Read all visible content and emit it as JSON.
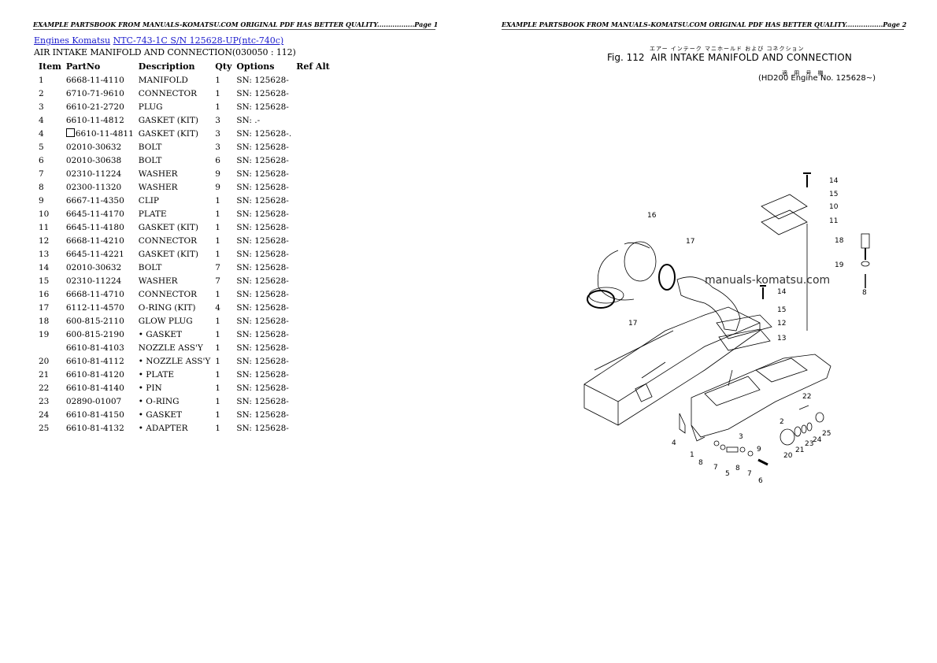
{
  "page1": {
    "header": "EXAMPLE PARTSBOOK FROM MANUALS-KOMATSU.COM ORIGINAL PDF HAS BETTER QUALITY.................Page 1",
    "breadcrumb": {
      "link1": "Engines Komatsu",
      "link2": "NTC-743-1C S/N 125628-UP(ntc-740c)"
    },
    "subtitle": "AIR INTAKE MANIFOLD AND CONNECTION(030050 : 112)",
    "table": {
      "headers": [
        "Item",
        "PartNo",
        "Description",
        "Qty",
        "Options",
        "Ref Alt"
      ],
      "rows": [
        {
          "item": "1",
          "part": "6668-11-4110",
          "desc": "MANIFOLD",
          "qty": "1",
          "opt": "SN: 125628-"
        },
        {
          "item": "2",
          "part": "6710-71-9610",
          "desc": "CONNECTOR",
          "qty": "1",
          "opt": "SN: 125628-"
        },
        {
          "item": "3",
          "part": "6610-21-2720",
          "desc": "PLUG",
          "qty": "1",
          "opt": "SN: 125628-"
        },
        {
          "item": "4",
          "part": "6610-11-4812",
          "desc": "GASKET (KIT)",
          "qty": "3",
          "opt": "SN: .-"
        },
        {
          "item": "4",
          "part": "6610-11-4811",
          "desc": "GASKET (KIT)",
          "qty": "3",
          "opt": "SN: 125628-.",
          "boxed": true
        },
        {
          "item": "5",
          "part": "02010-30632",
          "desc": "BOLT",
          "qty": "3",
          "opt": "SN: 125628-"
        },
        {
          "item": "6",
          "part": "02010-30638",
          "desc": "BOLT",
          "qty": "6",
          "opt": "SN: 125628-"
        },
        {
          "item": "7",
          "part": "02310-11224",
          "desc": "WASHER",
          "qty": "9",
          "opt": "SN: 125628-"
        },
        {
          "item": "8",
          "part": "02300-11320",
          "desc": "WASHER",
          "qty": "9",
          "opt": "SN: 125628-"
        },
        {
          "item": "9",
          "part": "6667-11-4350",
          "desc": "CLIP",
          "qty": "1",
          "opt": "SN: 125628-"
        },
        {
          "item": "10",
          "part": "6645-11-4170",
          "desc": "PLATE",
          "qty": "1",
          "opt": "SN: 125628-"
        },
        {
          "item": "11",
          "part": "6645-11-4180",
          "desc": "GASKET (KIT)",
          "qty": "1",
          "opt": "SN: 125628-"
        },
        {
          "item": "12",
          "part": "6668-11-4210",
          "desc": "CONNECTOR",
          "qty": "1",
          "opt": "SN: 125628-"
        },
        {
          "item": "13",
          "part": "6645-11-4221",
          "desc": "GASKET (KIT)",
          "qty": "1",
          "opt": "SN: 125628-"
        },
        {
          "item": "14",
          "part": "02010-30632",
          "desc": "BOLT",
          "qty": "7",
          "opt": "SN: 125628-"
        },
        {
          "item": "15",
          "part": "02310-11224",
          "desc": "WASHER",
          "qty": "7",
          "opt": "SN: 125628-"
        },
        {
          "item": "16",
          "part": "6668-11-4710",
          "desc": "CONNECTOR",
          "qty": "1",
          "opt": "SN: 125628-"
        },
        {
          "item": "17",
          "part": "6112-11-4570",
          "desc": "O-RING (KIT)",
          "qty": "4",
          "opt": "SN: 125628-"
        },
        {
          "item": "18",
          "part": "600-815-2110",
          "desc": "GLOW PLUG",
          "qty": "1",
          "opt": "SN: 125628-"
        },
        {
          "item": "19",
          "part": "600-815-2190",
          "desc": "• GASKET",
          "qty": "1",
          "opt": "SN: 125628-"
        },
        {
          "item": "",
          "part": "6610-81-4103",
          "desc": "NOZZLE ASS'Y",
          "qty": "1",
          "opt": "SN: 125628-"
        },
        {
          "item": "20",
          "part": "6610-81-4112",
          "desc": "• NOZZLE ASS'Y",
          "qty": "1",
          "opt": "SN: 125628-"
        },
        {
          "item": "21",
          "part": "6610-81-4120",
          "desc": "• PLATE",
          "qty": "1",
          "opt": "SN: 125628-"
        },
        {
          "item": "22",
          "part": "6610-81-4140",
          "desc": "• PIN",
          "qty": "1",
          "opt": "SN: 125628-"
        },
        {
          "item": "23",
          "part": "02890-01007",
          "desc": "• O-RING",
          "qty": "1",
          "opt": "SN: 125628-"
        },
        {
          "item": "24",
          "part": "6610-81-4150",
          "desc": "• GASKET",
          "qty": "1",
          "opt": "SN: 125628-"
        },
        {
          "item": "25",
          "part": "6610-81-4132",
          "desc": "• ADAPTER",
          "qty": "1",
          "opt": "SN: 125628-"
        }
      ]
    }
  },
  "page2": {
    "header": "EXAMPLE PARTSBOOK FROM MANUALS-KOMATSU.COM ORIGINAL PDF HAS BETTER QUALITY.................Page 2",
    "figure": {
      "title_jp": "エアー インテーク マニホールド および コネクション",
      "fig_no": "Fig. 112",
      "title": "AIR INTAKE MANIFOLD AND CONNECTION",
      "applicability_jp": "適 用 号 機",
      "applicability": "(HD200 Engine No. 125628~)",
      "watermark": "manuals-komatsu.com",
      "callouts": [
        "1",
        "2",
        "3",
        "4",
        "5",
        "6",
        "7",
        "8",
        "9",
        "10",
        "11",
        "12",
        "13",
        "14",
        "15",
        "16",
        "17",
        "18",
        "19",
        "20",
        "21",
        "22",
        "23",
        "24",
        "25"
      ]
    }
  }
}
